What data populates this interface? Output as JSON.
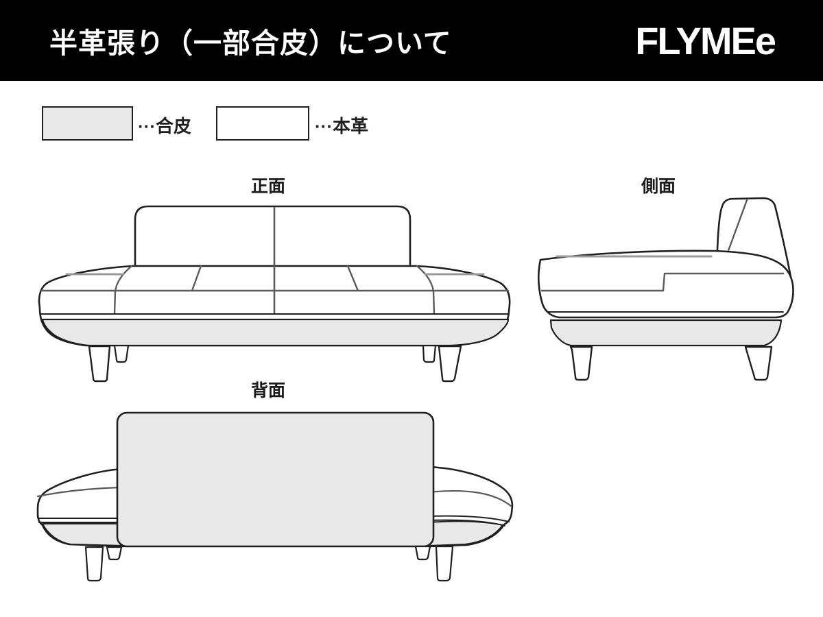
{
  "header": {
    "title": "半革張り（一部合皮）について",
    "logo": "FLYMEe"
  },
  "legend": [
    {
      "id": "synthetic",
      "label": "···合皮",
      "meaning": "synthetic leather",
      "swatch_color": "#e9e9e9"
    },
    {
      "id": "genuine",
      "label": "···本革",
      "meaning": "genuine leather",
      "swatch_color": "#ffffff"
    }
  ],
  "views": {
    "front": "正面",
    "side": "側面",
    "back": "背面"
  },
  "colors": {
    "bg": "#ffffff",
    "header-bg": "#000000",
    "header-text": "#ffffff",
    "line": "#1f1f1f",
    "seam": "#5a5a5a",
    "seam-light": "#9a9a9a",
    "synthetic-fill": "#e9e9e9",
    "genuine-fill": "#ffffff"
  }
}
